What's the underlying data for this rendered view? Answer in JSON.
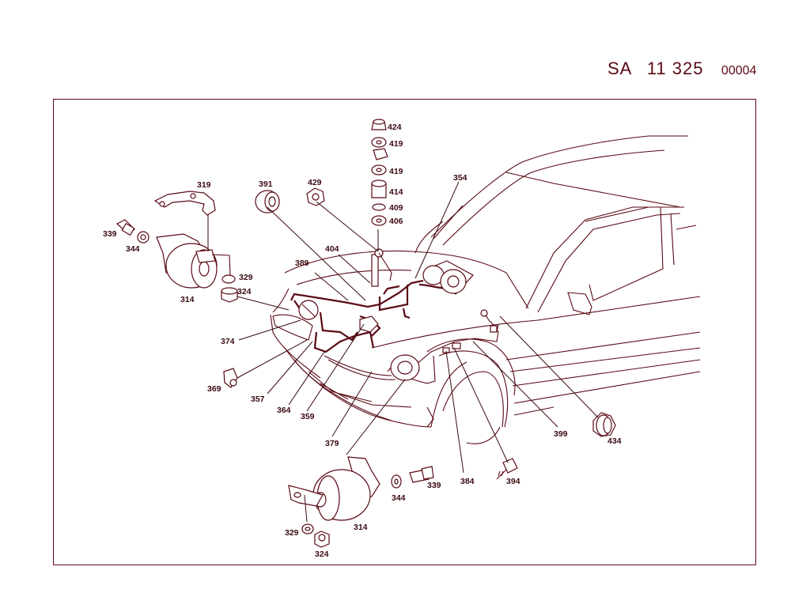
{
  "header": {
    "prefix": "SA",
    "number": "11 325",
    "code": "00004"
  },
  "callouts": {
    "c424": "424",
    "c419a": "419",
    "c419b": "419",
    "c414": "414",
    "c409": "409",
    "c406": "406",
    "c354": "354",
    "c391": "391",
    "c429": "429",
    "c319": "319",
    "c339a": "339",
    "c344a": "344",
    "c314a": "314",
    "c329a": "329",
    "c324a": "324",
    "c389": "389",
    "c404": "404",
    "c374": "374",
    "c369": "369",
    "c357": "357",
    "c364": "364",
    "c359": "359",
    "c379": "379",
    "c399": "399",
    "c434": "434",
    "c384": "384",
    "c394": "394",
    "c344b": "344",
    "c339b": "339",
    "c314b": "314",
    "c329b": "329",
    "c324b": "324"
  },
  "colors": {
    "line": "#5a0a14",
    "text": "#3a0a10",
    "background": "#ffffff"
  }
}
